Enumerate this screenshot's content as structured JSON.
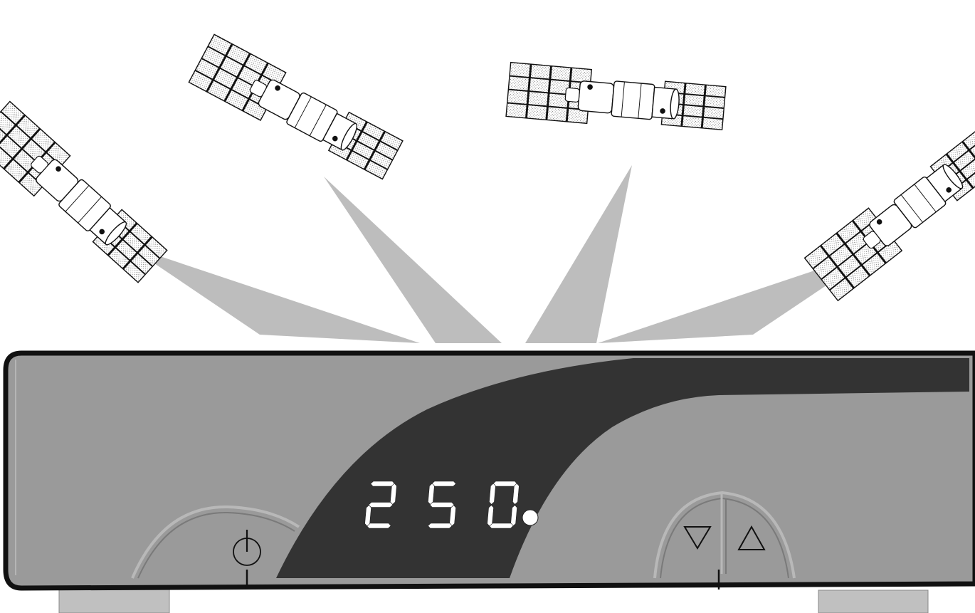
{
  "display": {
    "digits": [
      "2",
      "5",
      "0"
    ],
    "dot_lit": true
  },
  "buttons": {
    "power": {
      "icon": "power-icon"
    },
    "channel_down": {
      "icon": "triangle-down-icon",
      "glyph": "▽"
    },
    "channel_up": {
      "icon": "triangle-up-icon",
      "glyph": "△"
    }
  },
  "satellites": [
    {
      "name": "satellite-1"
    },
    {
      "name": "satellite-2"
    },
    {
      "name": "satellite-3"
    },
    {
      "name": "satellite-4"
    }
  ],
  "colors": {
    "body": "#9a9a9a",
    "body_dark": "#333333",
    "beam": "#bdbdbd",
    "feet": "#c0c0c0",
    "outline": "#111111"
  }
}
